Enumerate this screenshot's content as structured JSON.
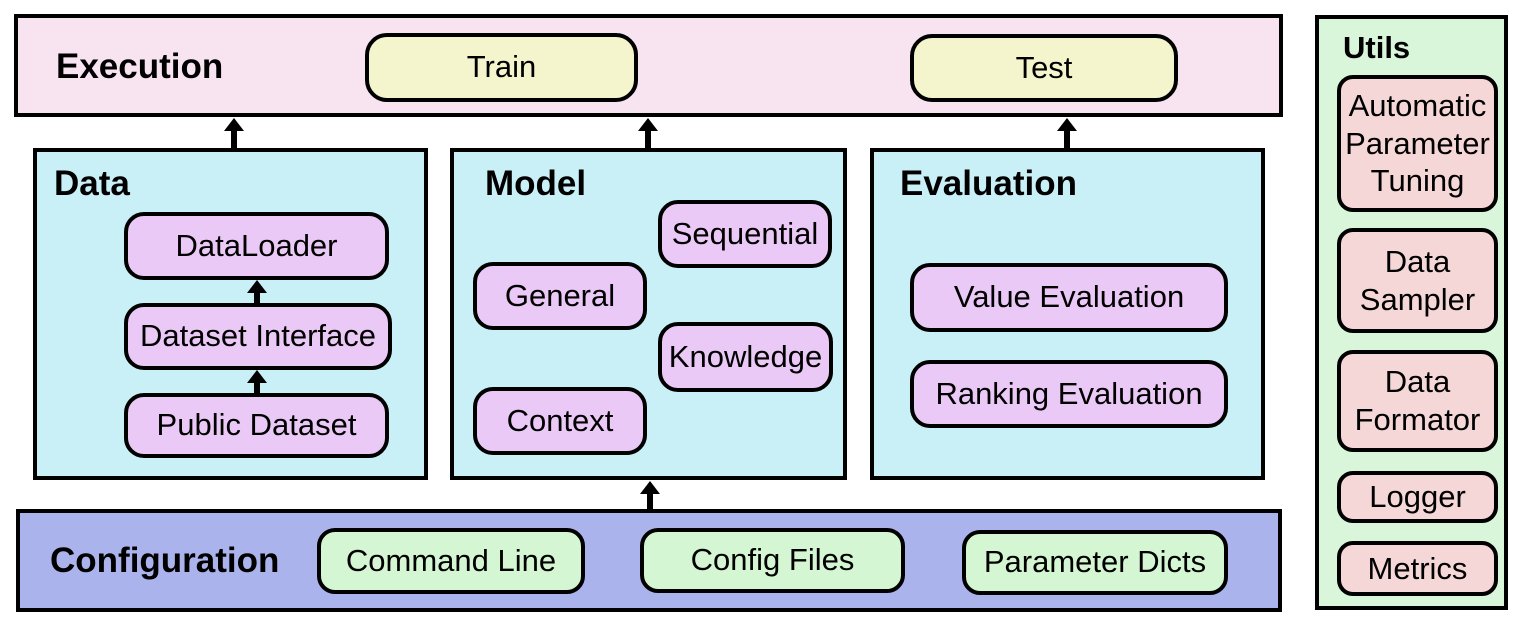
{
  "palette": {
    "execution_bg": "#f8e3f0",
    "task_bg": "#f5f5cd",
    "module_bg": "#c9eff7",
    "component_bg": "#ebc9f6",
    "configuration_bg": "#abb3ec",
    "config_item_bg": "#d4f6d2",
    "utils_bg": "#daf6da",
    "utils_item_bg": "#f6d7d7",
    "border": "#000000"
  },
  "execution": {
    "title": "Execution",
    "tasks": [
      "Train",
      "Test"
    ]
  },
  "modules": {
    "data": {
      "title": "Data",
      "components": [
        "DataLoader",
        "Dataset Interface",
        "Public Dataset"
      ]
    },
    "model": {
      "title": "Model",
      "components": [
        "Sequential",
        "General",
        "Knowledge",
        "Context"
      ]
    },
    "evaluation": {
      "title": "Evaluation",
      "components": [
        "Value Evaluation",
        "Ranking Evaluation"
      ]
    }
  },
  "configuration": {
    "title": "Configuration",
    "sources": [
      "Command Line",
      "Config Files",
      "Parameter Dicts"
    ]
  },
  "utils": {
    "title": "Utils",
    "tools": [
      "Automatic Parameter Tuning",
      "Data Sampler",
      "Data Formator",
      "Logger",
      "Metrics"
    ]
  }
}
